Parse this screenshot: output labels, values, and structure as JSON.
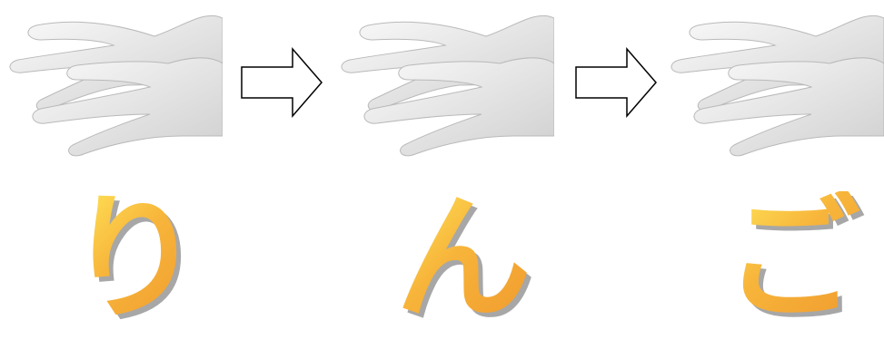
{
  "panels": [
    {
      "hands_icon": "clapping-hands-photo"
    },
    {
      "hands_icon": "clapping-hands-photo"
    },
    {
      "hands_icon": "clapping-hands-photo"
    }
  ],
  "arrows": [
    {
      "icon": "right-arrow-icon"
    },
    {
      "icon": "right-arrow-icon"
    }
  ],
  "kana": [
    {
      "char": "り"
    },
    {
      "char": "ん"
    },
    {
      "char": "ご"
    }
  ],
  "colors": {
    "kana_top": "#ffe75a",
    "kana_bottom": "#f09a2e",
    "kana_shadow": "#a7a7a7",
    "hand_light": "#f5f5f5",
    "hand_shade": "#c9c9c9"
  }
}
